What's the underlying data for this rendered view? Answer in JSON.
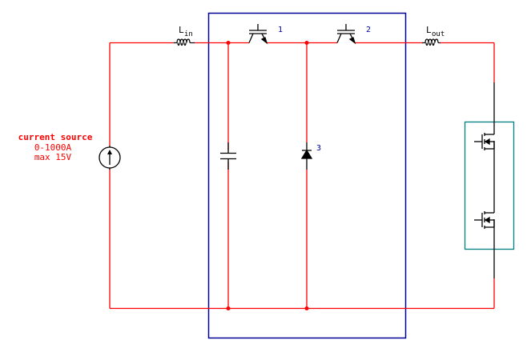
{
  "diagram": {
    "source": {
      "title": "current source",
      "range": "0-1000A",
      "max_voltage": "max 15V"
    },
    "inductors": {
      "input": {
        "main": "L",
        "sub": "in"
      },
      "output": {
        "main": "L",
        "sub": "out"
      }
    },
    "components": {
      "switch_1": "1",
      "switch_2": "2",
      "diode_3": "3"
    },
    "colors": {
      "wire": "#ff0000",
      "module_box": "#000099",
      "load_box": "#008080",
      "component": "#000000",
      "label_source": "#ff0000",
      "label_number": "#000099"
    }
  }
}
